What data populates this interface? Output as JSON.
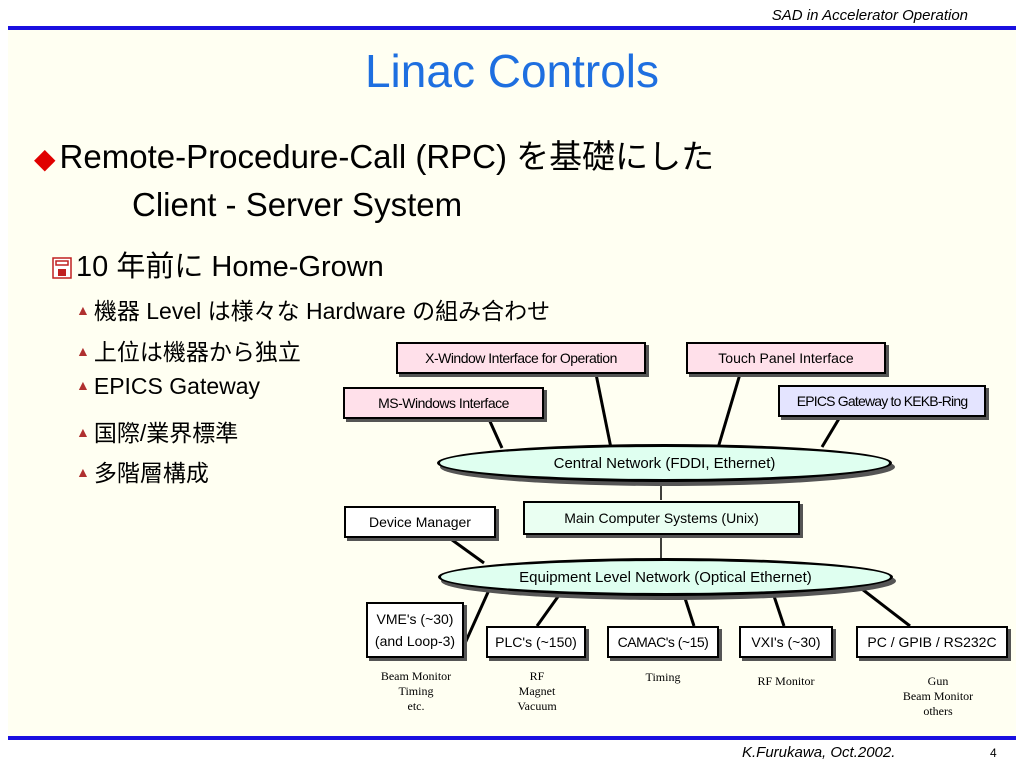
{
  "header": "SAD in Accelerator Operation",
  "title": "Linac Controls",
  "bullet1": {
    "line1": "Remote-Procedure-Call (RPC) を基礎にした",
    "line2": "Client - Server System"
  },
  "bullet2": "10 年前に Home-Grown",
  "sub_bullets": [
    "機器 Level は様々な Hardware の組み合わせ",
    "上位は機器から独立",
    "EPICS Gateway",
    "国際/業界標準",
    "多階層構成"
  ],
  "diagram": {
    "xwindow": "X-Window Interface for Operation",
    "touch": "Touch Panel Interface",
    "mswindows": "MS-Windows Interface",
    "epics_gw": "EPICS Gateway to KEKB-Ring",
    "central_net": "Central Network (FDDI, Ethernet)",
    "device_mgr": "Device Manager",
    "main_computer": "Main Computer Systems (Unix)",
    "equipment_net": "Equipment Level Network (Optical Ethernet)",
    "vme_line1": "VME's (~30)",
    "vme_line2": "(and Loop-3)",
    "plc": "PLC's (~150)",
    "camac": "CAMAC's (~15)",
    "vxi": "VXI's (~30)",
    "pc": "PC / GPIB / RS232C",
    "note_vme": [
      "Beam Monitor",
      "Timing",
      "etc."
    ],
    "note_plc": [
      "RF",
      "Magnet",
      "Vacuum"
    ],
    "note_camac": [
      "Timing"
    ],
    "note_vxi": [
      "RF Monitor"
    ],
    "note_pc": [
      "Gun",
      "Beam Monitor",
      "others"
    ]
  },
  "footer": {
    "author": "K.Furukawa, Oct.2002.",
    "page": "4"
  },
  "colors": {
    "title": "#1e6fe0",
    "rule": "#1a10e0",
    "diamond": "#e00000",
    "slide_bg": "#fffff2"
  }
}
